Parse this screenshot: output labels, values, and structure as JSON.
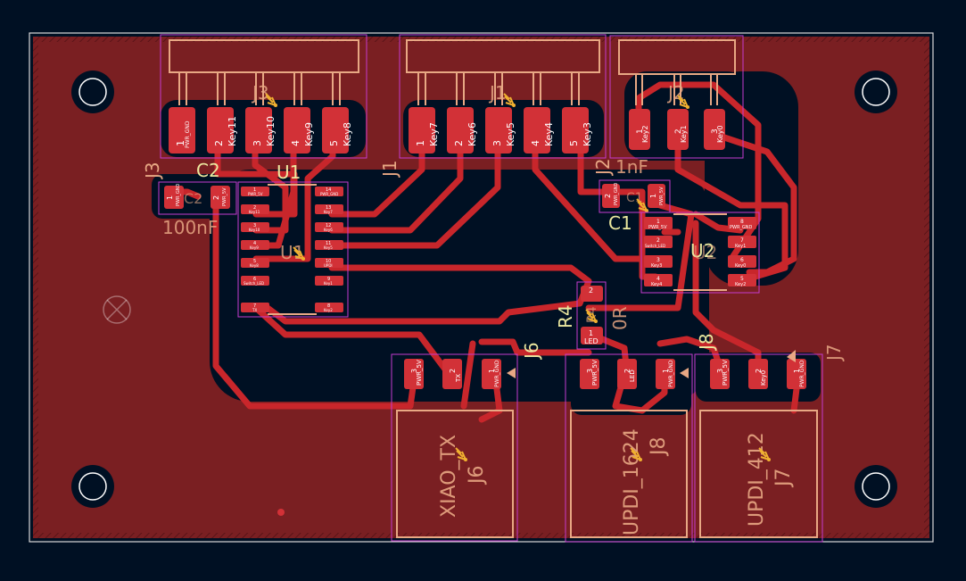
{
  "board": {
    "colors": {
      "background": "#001023",
      "copper_fill": "#7a1f22",
      "trace": "#c8262b",
      "pad": "#d23137",
      "silkscreen": "#e8a884",
      "silkscreen_ref": "#ece9a0",
      "courtyard": "#c43bcf",
      "edge": "#d8d8d8",
      "anchor": "#f0b030"
    },
    "icons": [
      "mounting-hole-icon",
      "fiducial-icon",
      "anchor-icon",
      "pin1-marker-icon"
    ]
  },
  "connectors": {
    "J3": {
      "ref": "J3",
      "pins": [
        {
          "num": "1",
          "net": "PWR_GND"
        },
        {
          "num": "2",
          "net": "Key11"
        },
        {
          "num": "3",
          "net": "Key10"
        },
        {
          "num": "4",
          "net": "Key9"
        },
        {
          "num": "5",
          "net": "Key8"
        }
      ]
    },
    "J1": {
      "ref": "J1",
      "pins": [
        {
          "num": "1",
          "net": "Key7"
        },
        {
          "num": "2",
          "net": "Key6"
        },
        {
          "num": "3",
          "net": "Key5"
        },
        {
          "num": "4",
          "net": "Key4"
        },
        {
          "num": "5",
          "net": "Key3"
        }
      ]
    },
    "J2": {
      "ref": "J2",
      "pins": [
        {
          "num": "1",
          "net": "Key2"
        },
        {
          "num": "2",
          "net": "Key1"
        },
        {
          "num": "3",
          "net": "Key0"
        }
      ]
    },
    "J6": {
      "ref": "J6",
      "value": "XIAO_TX",
      "pins": [
        {
          "num": "3",
          "net": "PWR_5V"
        },
        {
          "num": "2",
          "net": "TX"
        },
        {
          "num": "1",
          "net": "PWR_GND"
        }
      ]
    },
    "J8": {
      "ref": "J8",
      "value": "UPDI_1624",
      "pins": [
        {
          "num": "3",
          "net": "PWR_5V"
        },
        {
          "num": "2",
          "net": "LED"
        },
        {
          "num": "1",
          "net": "PWR_GND"
        }
      ]
    },
    "J7": {
      "ref": "J7",
      "value": "UPDI_412",
      "pins": [
        {
          "num": "3",
          "net": "PWR_5V"
        },
        {
          "num": "2",
          "net": "Key0"
        },
        {
          "num": "1",
          "net": "PWR_GND"
        }
      ]
    }
  },
  "caps": {
    "C2": {
      "ref": "C2",
      "value": "100nF",
      "pins": [
        {
          "num": "1",
          "net": "PWR_GND"
        },
        {
          "num": "2",
          "net": "PWR_5V"
        }
      ]
    },
    "C1": {
      "ref": "C1",
      "value": "1nF",
      "pins": [
        {
          "num": "2",
          "net": "PWR_GND"
        },
        {
          "num": "1",
          "net": "PWR_5V"
        }
      ]
    }
  },
  "resistor": {
    "ref": "R4",
    "value": "0R",
    "pins": [
      {
        "num": "2",
        "net": ""
      },
      {
        "num": "1",
        "net": "LED"
      }
    ]
  },
  "ic_u1": {
    "ref": "U1",
    "left_pins": [
      {
        "num": "1",
        "net": "PWR_5V"
      },
      {
        "num": "2",
        "net": "Key11"
      },
      {
        "num": "3",
        "net": "Key10"
      },
      {
        "num": "4",
        "net": "Key9"
      },
      {
        "num": "5",
        "net": "Key8"
      },
      {
        "num": "6",
        "net": "Switch_LED"
      },
      {
        "num": "7",
        "net": "TX"
      }
    ],
    "right_pins": [
      {
        "num": "14",
        "net": "PWR_GND"
      },
      {
        "num": "13",
        "net": "Key7"
      },
      {
        "num": "12",
        "net": "Key6"
      },
      {
        "num": "11",
        "net": "Key5"
      },
      {
        "num": "10",
        "net": "UPDI"
      },
      {
        "num": "9",
        "net": "Key1"
      },
      {
        "num": "8",
        "net": "Key2"
      }
    ]
  },
  "ic_u2": {
    "ref": "U2",
    "left_pins": [
      {
        "num": "1",
        "net": "PWR_5V"
      },
      {
        "num": "2",
        "net": "Switch_LED"
      },
      {
        "num": "3",
        "net": "Key3"
      },
      {
        "num": "4",
        "net": "Key4"
      }
    ],
    "right_pins": [
      {
        "num": "8",
        "net": "PWR_GND"
      },
      {
        "num": "7",
        "net": "Key1"
      },
      {
        "num": "6",
        "net": "Key0"
      },
      {
        "num": "5",
        "net": "Key2"
      }
    ]
  }
}
